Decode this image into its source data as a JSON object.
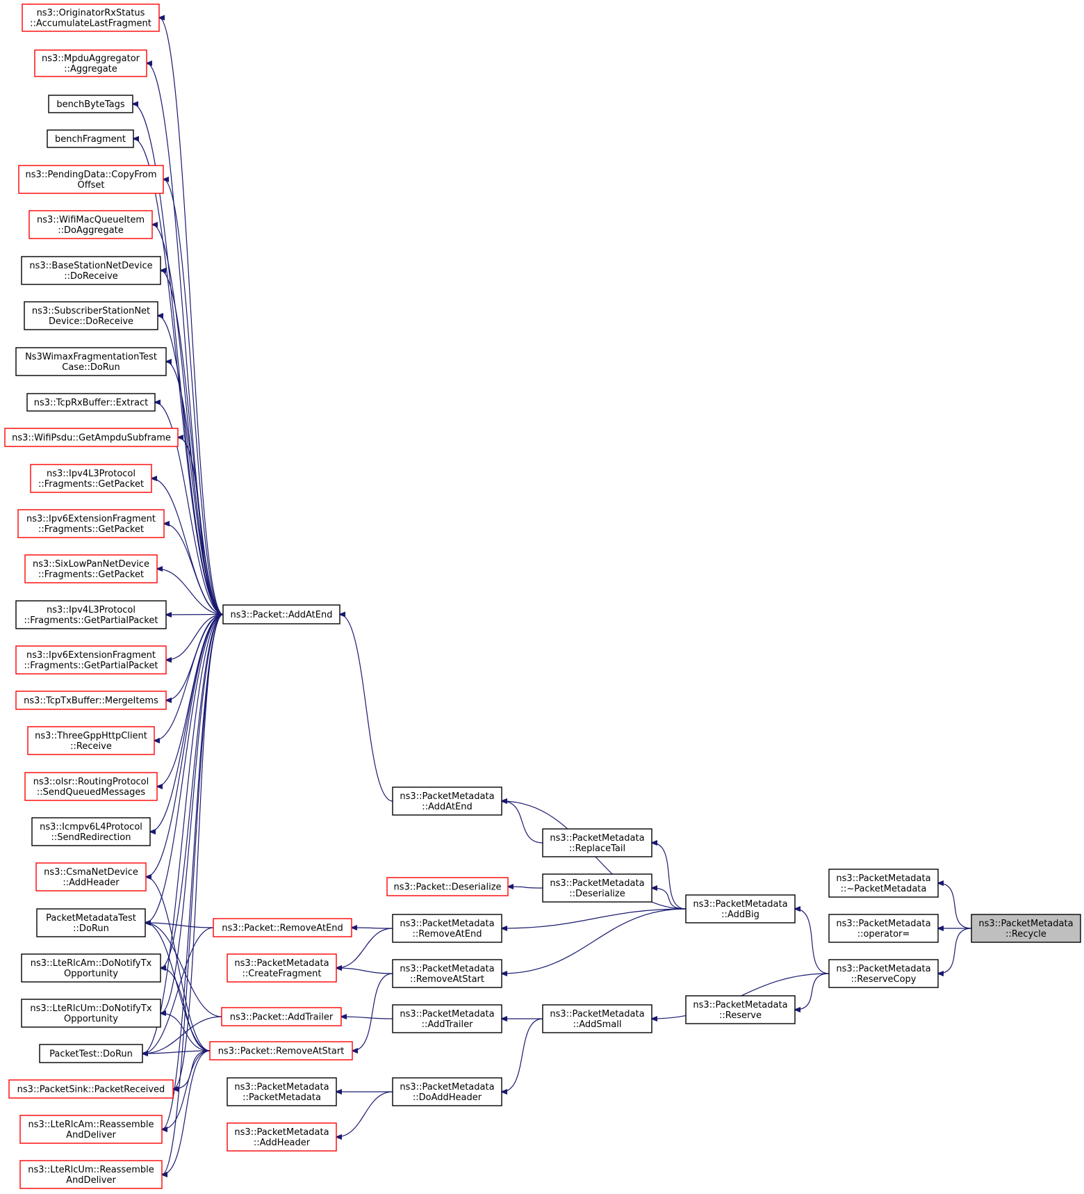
{
  "colors": {
    "edge": "#191970",
    "incomplete_border": "#ff0000",
    "complete_border": "#000000",
    "root_fill": "#bfbfbf"
  },
  "nodes": [
    {
      "id": "originator",
      "lines": [
        "ns3::OriginatorRxStatus",
        "::AccumulateLastFragment"
      ],
      "color": "red"
    },
    {
      "id": "mpduagg",
      "lines": [
        "ns3::MpduAggregator",
        "::Aggregate"
      ],
      "color": "red"
    },
    {
      "id": "benchbyte",
      "lines": [
        "benchByteTags"
      ],
      "color": "black"
    },
    {
      "id": "benchfrag",
      "lines": [
        "benchFragment"
      ],
      "color": "black"
    },
    {
      "id": "pendingdata",
      "lines": [
        "ns3::PendingData::CopyFrom",
        "Offset"
      ],
      "color": "red"
    },
    {
      "id": "wifimacq",
      "lines": [
        "ns3::WifiMacQueueItem",
        "::DoAggregate"
      ],
      "color": "red"
    },
    {
      "id": "basestation",
      "lines": [
        "ns3::BaseStationNetDevice",
        "::DoReceive"
      ],
      "color": "black"
    },
    {
      "id": "subscriber",
      "lines": [
        "ns3::SubscriberStationNet",
        "Device::DoReceive"
      ],
      "color": "black"
    },
    {
      "id": "wimaxfrag",
      "lines": [
        "Ns3WimaxFragmentationTest",
        "Case::DoRun"
      ],
      "color": "black"
    },
    {
      "id": "tcprx",
      "lines": [
        "ns3::TcpRxBuffer::Extract"
      ],
      "color": "black"
    },
    {
      "id": "wifipsdu",
      "lines": [
        "ns3::WifiPsdu::GetAmpduSubframe"
      ],
      "color": "red"
    },
    {
      "id": "ipv4frag",
      "lines": [
        "ns3::Ipv4L3Protocol",
        "::Fragments::GetPacket"
      ],
      "color": "red"
    },
    {
      "id": "ipv6frag",
      "lines": [
        "ns3::Ipv6ExtensionFragment",
        "::Fragments::GetPacket"
      ],
      "color": "red"
    },
    {
      "id": "sixlowpan",
      "lines": [
        "ns3::SixLowPanNetDevice",
        "::Fragments::GetPacket"
      ],
      "color": "red"
    },
    {
      "id": "ipv4partial",
      "lines": [
        "ns3::Ipv4L3Protocol",
        "::Fragments::GetPartialPacket"
      ],
      "color": "black"
    },
    {
      "id": "ipv6partial",
      "lines": [
        "ns3::Ipv6ExtensionFragment",
        "::Fragments::GetPartialPacket"
      ],
      "color": "red"
    },
    {
      "id": "tcptx",
      "lines": [
        "ns3::TcpTxBuffer::MergeItems"
      ],
      "color": "red"
    },
    {
      "id": "threegpp",
      "lines": [
        "ns3::ThreeGppHttpClient",
        "::Receive"
      ],
      "color": "red"
    },
    {
      "id": "olsr",
      "lines": [
        "ns3::olsr::RoutingProtocol",
        "::SendQueuedMessages"
      ],
      "color": "red"
    },
    {
      "id": "icmpv6",
      "lines": [
        "ns3::Icmpv6L4Protocol",
        "::SendRedirection"
      ],
      "color": "black"
    },
    {
      "id": "csma",
      "lines": [
        "ns3::CsmaNetDevice",
        "::AddHeader"
      ],
      "color": "red"
    },
    {
      "id": "pmtest",
      "lines": [
        "PacketMetadataTest",
        "::DoRun"
      ],
      "color": "black"
    },
    {
      "id": "lterlcam",
      "lines": [
        "ns3::LteRlcAm::DoNotifyTx",
        "Opportunity"
      ],
      "color": "black"
    },
    {
      "id": "lterlcum",
      "lines": [
        "ns3::LteRlcUm::DoNotifyTx",
        "Opportunity"
      ],
      "color": "black"
    },
    {
      "id": "packettest",
      "lines": [
        "PacketTest::DoRun"
      ],
      "color": "black"
    },
    {
      "id": "packetsink",
      "lines": [
        "ns3::PacketSink::PacketReceived"
      ],
      "color": "red"
    },
    {
      "id": "lteamreasm",
      "lines": [
        "ns3::LteRlcAm::Reassemble",
        "AndDeliver"
      ],
      "color": "red"
    },
    {
      "id": "lteumreasm",
      "lines": [
        "ns3::LteRlcUm::Reassemble",
        "AndDeliver"
      ],
      "color": "red"
    },
    {
      "id": "pkt_addatend",
      "lines": [
        "ns3::Packet::AddAtEnd"
      ],
      "color": "black"
    },
    {
      "id": "pkt_removeatend",
      "lines": [
        "ns3::Packet::RemoveAtEnd"
      ],
      "color": "red"
    },
    {
      "id": "pm_createfragment",
      "lines": [
        "ns3::PacketMetadata",
        "::CreateFragment"
      ],
      "color": "red"
    },
    {
      "id": "pkt_addtrailer",
      "lines": [
        "ns3::Packet::AddTrailer"
      ],
      "color": "red"
    },
    {
      "id": "pkt_removeatstart",
      "lines": [
        "ns3::Packet::RemoveAtStart"
      ],
      "color": "red"
    },
    {
      "id": "pm_packetmetadata",
      "lines": [
        "ns3::PacketMetadata",
        "::PacketMetadata"
      ],
      "color": "black"
    },
    {
      "id": "pm_addheader",
      "lines": [
        "ns3::PacketMetadata",
        "::AddHeader"
      ],
      "color": "red"
    },
    {
      "id": "pkt_deserialize",
      "lines": [
        "ns3::Packet::Deserialize"
      ],
      "color": "red"
    },
    {
      "id": "pm_addatend",
      "lines": [
        "ns3::PacketMetadata",
        "::AddAtEnd"
      ],
      "color": "black"
    },
    {
      "id": "pm_removeatend",
      "lines": [
        "ns3::PacketMetadata",
        "::RemoveAtEnd"
      ],
      "color": "black"
    },
    {
      "id": "pm_removeatstart",
      "lines": [
        "ns3::PacketMetadata",
        "::RemoveAtStart"
      ],
      "color": "black"
    },
    {
      "id": "pm_addtrailer",
      "lines": [
        "ns3::PacketMetadata",
        "::AddTrailer"
      ],
      "color": "black"
    },
    {
      "id": "pm_doaddheader",
      "lines": [
        "ns3::PacketMetadata",
        "::DoAddHeader"
      ],
      "color": "black"
    },
    {
      "id": "pm_replacetail",
      "lines": [
        "ns3::PacketMetadata",
        "::ReplaceTail"
      ],
      "color": "black"
    },
    {
      "id": "pm_deserialize",
      "lines": [
        "ns3::PacketMetadata",
        "::Deserialize"
      ],
      "color": "black"
    },
    {
      "id": "pm_addsmall",
      "lines": [
        "ns3::PacketMetadata",
        "::AddSmall"
      ],
      "color": "black"
    },
    {
      "id": "pm_addbig",
      "lines": [
        "ns3::PacketMetadata",
        "::AddBig"
      ],
      "color": "black"
    },
    {
      "id": "pm_reserve",
      "lines": [
        "ns3::PacketMetadata",
        "::Reserve"
      ],
      "color": "black"
    },
    {
      "id": "pm_dtor",
      "lines": [
        "ns3::PacketMetadata",
        "::~PacketMetadata"
      ],
      "color": "black"
    },
    {
      "id": "pm_opassign",
      "lines": [
        "ns3::PacketMetadata",
        "::operator="
      ],
      "color": "black"
    },
    {
      "id": "pm_reservecopy",
      "lines": [
        "ns3::PacketMetadata",
        "::ReserveCopy"
      ],
      "color": "black"
    },
    {
      "id": "pm_recycle",
      "lines": [
        "ns3::PacketMetadata",
        "::Recycle"
      ],
      "color": "root"
    }
  ],
  "edges": [
    [
      "pm_dtor",
      "pm_recycle"
    ],
    [
      "pm_opassign",
      "pm_recycle"
    ],
    [
      "pm_reservecopy",
      "pm_recycle"
    ],
    [
      "pm_addbig",
      "pm_reservecopy"
    ],
    [
      "pm_addsmall",
      "pm_reservecopy"
    ],
    [
      "pm_reserve",
      "pm_reservecopy"
    ],
    [
      "pm_addatend",
      "pm_addbig"
    ],
    [
      "pm_replacetail",
      "pm_addbig"
    ],
    [
      "pm_deserialize",
      "pm_addbig"
    ],
    [
      "pm_removeatend",
      "pm_addbig"
    ],
    [
      "pm_removeatstart",
      "pm_addbig"
    ],
    [
      "pm_addtrailer",
      "pm_addsmall"
    ],
    [
      "pm_doaddheader",
      "pm_addsmall"
    ],
    [
      "pm_addatend",
      "pm_replacetail"
    ],
    [
      "pkt_deserialize",
      "pm_deserialize"
    ],
    [
      "pkt_removeatend",
      "pm_removeatend"
    ],
    [
      "pm_createfragment",
      "pm_removeatend"
    ],
    [
      "pm_createfragment",
      "pm_removeatstart"
    ],
    [
      "pkt_removeatstart",
      "pm_removeatstart"
    ],
    [
      "pkt_addtrailer",
      "pm_addtrailer"
    ],
    [
      "pm_packetmetadata",
      "pm_doaddheader"
    ],
    [
      "pm_addheader",
      "pm_doaddheader"
    ],
    [
      "pkt_addatend",
      "pm_addatend"
    ],
    [
      "originator",
      "pkt_addatend"
    ],
    [
      "mpduagg",
      "pkt_addatend"
    ],
    [
      "benchbyte",
      "pkt_addatend"
    ],
    [
      "benchfrag",
      "pkt_addatend"
    ],
    [
      "pendingdata",
      "pkt_addatend"
    ],
    [
      "wifimacq",
      "pkt_addatend"
    ],
    [
      "basestation",
      "pkt_addatend"
    ],
    [
      "subscriber",
      "pkt_addatend"
    ],
    [
      "wimaxfrag",
      "pkt_addatend"
    ],
    [
      "tcprx",
      "pkt_addatend"
    ],
    [
      "wifipsdu",
      "pkt_addatend"
    ],
    [
      "ipv4frag",
      "pkt_addatend"
    ],
    [
      "ipv6frag",
      "pkt_addatend"
    ],
    [
      "sixlowpan",
      "pkt_addatend"
    ],
    [
      "ipv4partial",
      "pkt_addatend"
    ],
    [
      "ipv6partial",
      "pkt_addatend"
    ],
    [
      "tcptx",
      "pkt_addatend"
    ],
    [
      "threegpp",
      "pkt_addatend"
    ],
    [
      "olsr",
      "pkt_addatend"
    ],
    [
      "icmpv6",
      "pkt_addatend"
    ],
    [
      "csma",
      "pkt_addatend"
    ],
    [
      "pmtest",
      "pkt_addatend"
    ],
    [
      "lterlcam",
      "pkt_addatend"
    ],
    [
      "lterlcum",
      "pkt_addatend"
    ],
    [
      "packettest",
      "pkt_addatend"
    ],
    [
      "packetsink",
      "pkt_addatend"
    ],
    [
      "lteamreasm",
      "pkt_addatend"
    ],
    [
      "lteumreasm",
      "pkt_addatend"
    ],
    [
      "pmtest",
      "pkt_removeatend"
    ],
    [
      "packettest",
      "pkt_removeatend"
    ],
    [
      "pmtest",
      "pkt_addtrailer"
    ],
    [
      "packettest",
      "pkt_addtrailer"
    ],
    [
      "csma",
      "pkt_removeatstart"
    ],
    [
      "pmtest",
      "pkt_removeatstart"
    ],
    [
      "lterlcam",
      "pkt_removeatstart"
    ],
    [
      "lterlcum",
      "pkt_removeatstart"
    ],
    [
      "packettest",
      "pkt_removeatstart"
    ],
    [
      "packetsink",
      "pkt_removeatstart"
    ],
    [
      "lteamreasm",
      "pkt_removeatstart"
    ],
    [
      "lteumreasm",
      "pkt_removeatstart"
    ]
  ]
}
